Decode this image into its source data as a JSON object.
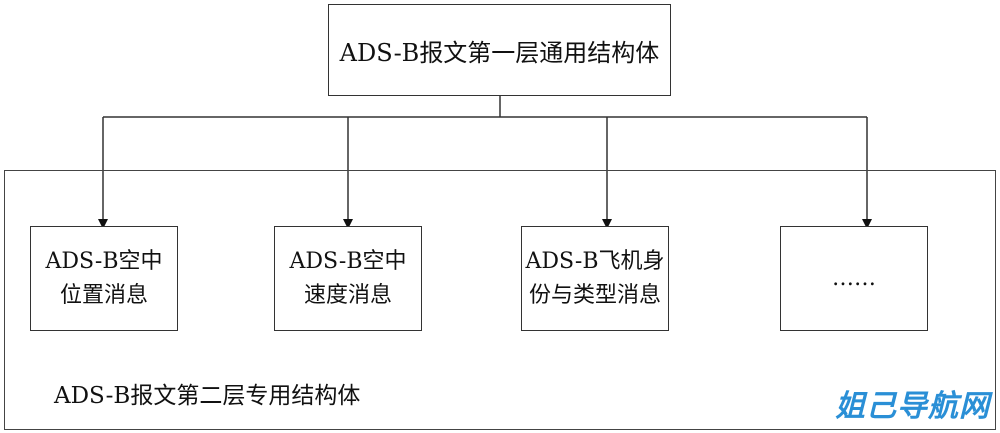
{
  "top_box": {
    "label": "ADS-B报文第一层通用结构体"
  },
  "outer_box": {
    "label": "ADS-B报文第二层专用结构体"
  },
  "children": [
    {
      "line1": "ADS-B空中",
      "line2": "位置消息"
    },
    {
      "line1": "ADS-B空中",
      "line2": "速度消息"
    },
    {
      "line1": "ADS-B飞机身",
      "line2": "份与类型消息"
    },
    {
      "line1": "……",
      "line2": ""
    }
  ],
  "watermark": {
    "text": "姐己导航网"
  }
}
